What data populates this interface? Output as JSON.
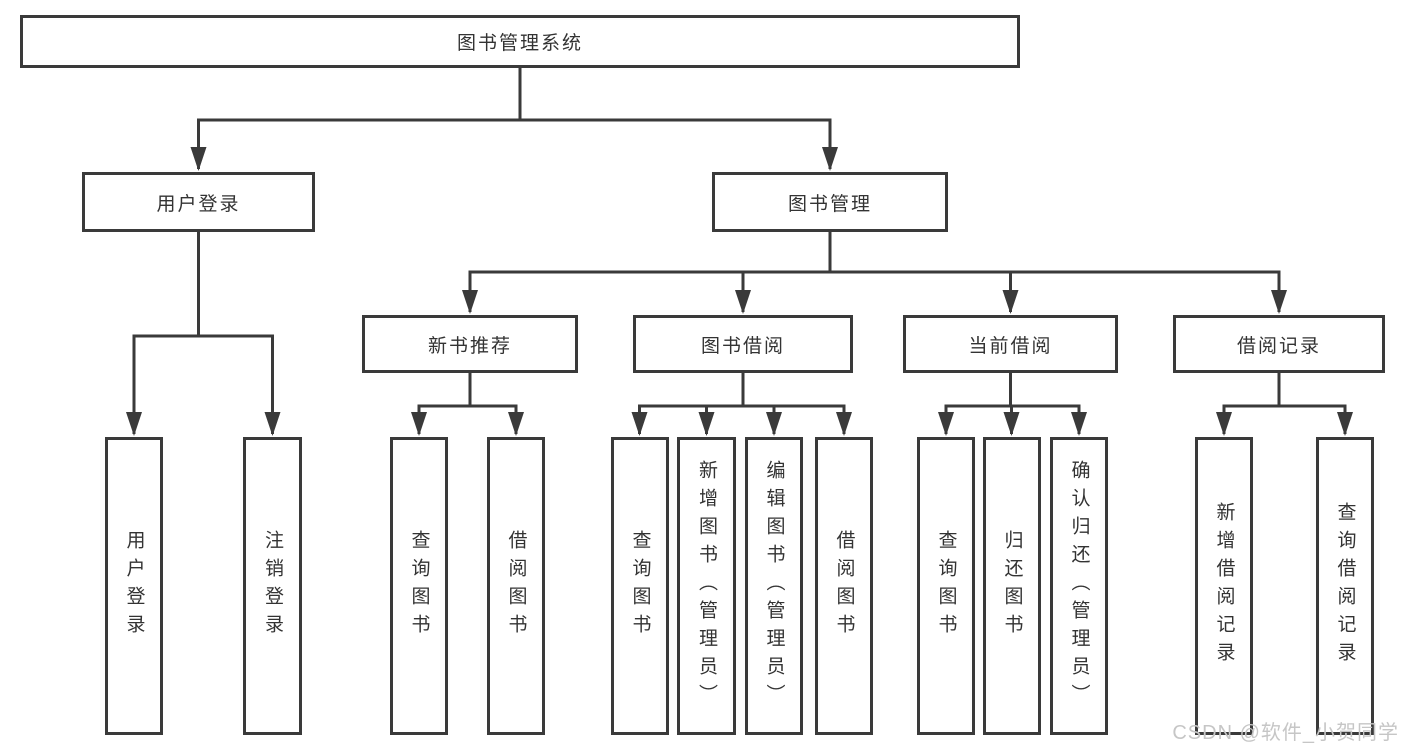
{
  "tree": {
    "root": {
      "label": "图书管理系统"
    },
    "branches": [
      {
        "label": "用户登录",
        "children": [
          {
            "label": "用户登录"
          },
          {
            "label": "注销登录"
          }
        ]
      },
      {
        "label": "图书管理",
        "children": [
          {
            "label": "新书推荐",
            "children": [
              {
                "label": "查询图书"
              },
              {
                "label": "借阅图书"
              }
            ]
          },
          {
            "label": "图书借阅",
            "children": [
              {
                "label": "查询图书"
              },
              {
                "label": "新增图书（管理员）"
              },
              {
                "label": "编辑图书（管理员）"
              },
              {
                "label": "借阅图书"
              }
            ]
          },
          {
            "label": "当前借阅",
            "children": [
              {
                "label": "查询图书"
              },
              {
                "label": "归还图书"
              },
              {
                "label": "确认归还（管理员）"
              }
            ]
          },
          {
            "label": "借阅记录",
            "children": [
              {
                "label": "新增借阅记录"
              },
              {
                "label": "查询借阅记录"
              }
            ]
          }
        ]
      }
    ]
  },
  "watermark": "CSDN @软件_小贺同学",
  "colors": {
    "line": "#3a3a3a",
    "box_border": "#3a3a3a",
    "text": "#333333",
    "watermark": "#c6c6c6",
    "background": "#ffffff"
  }
}
